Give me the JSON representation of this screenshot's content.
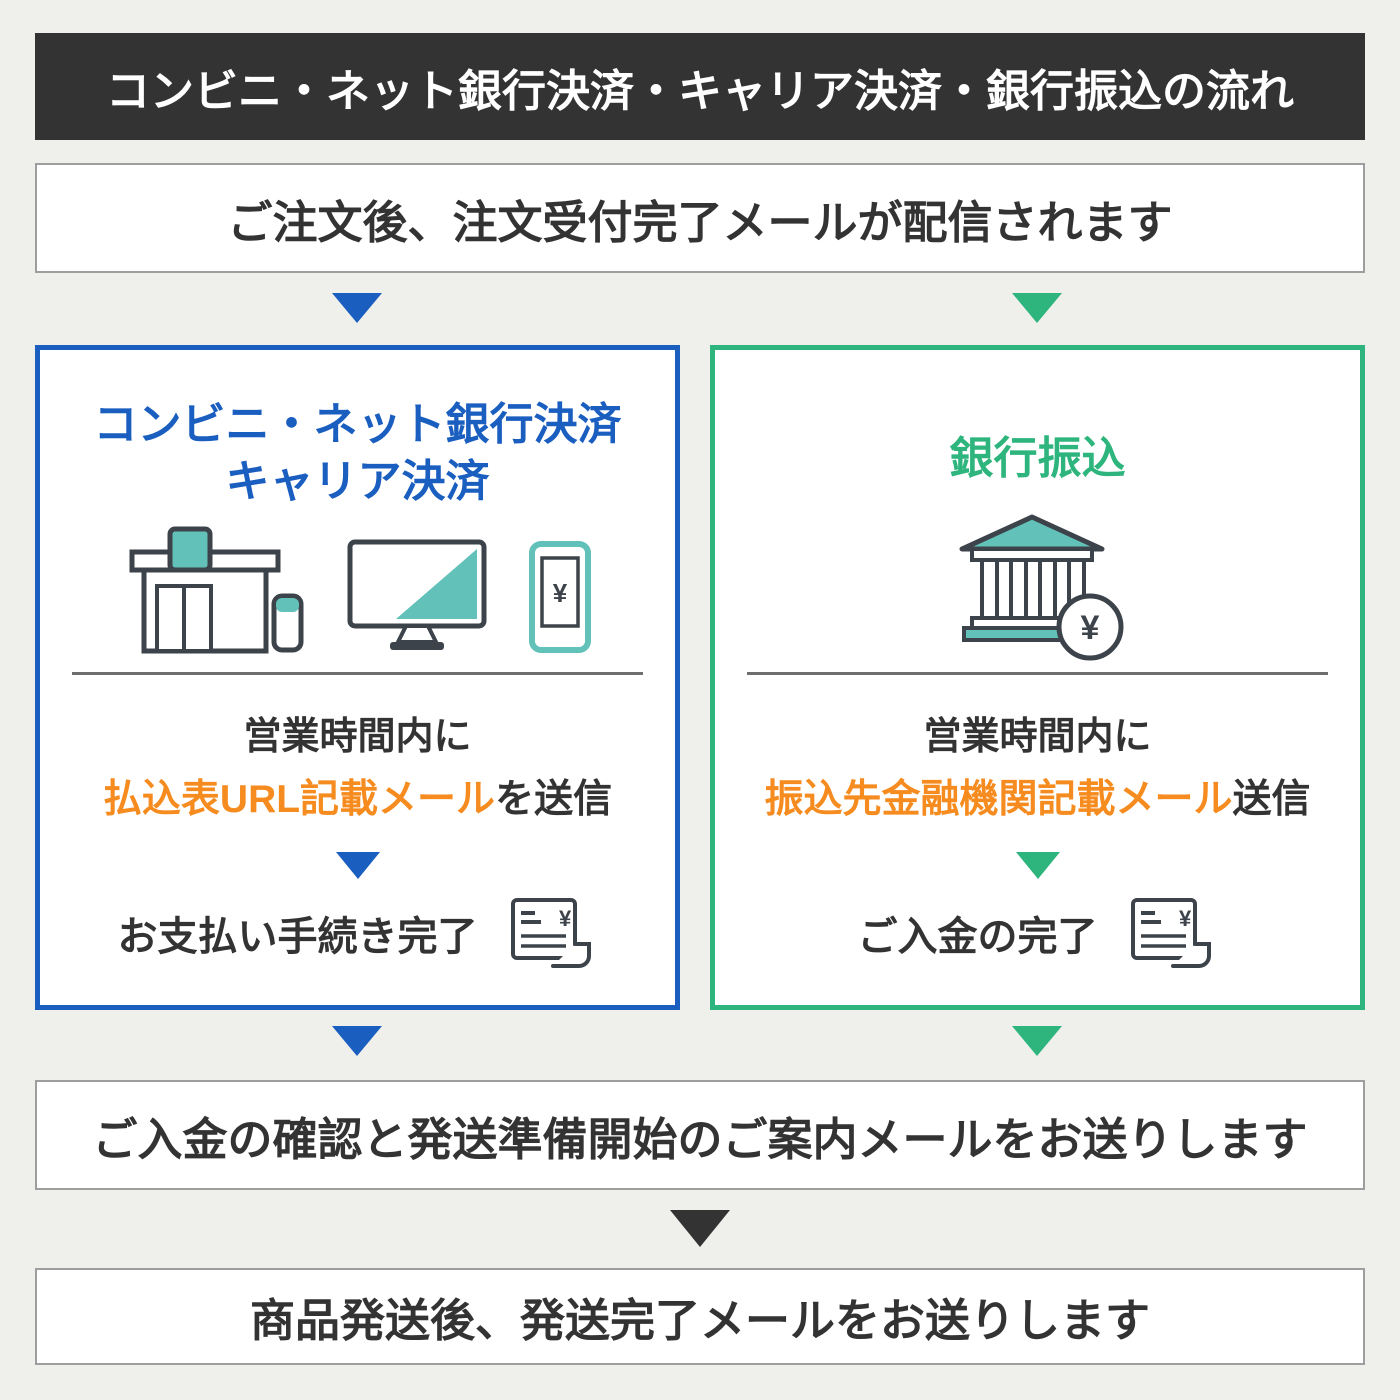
{
  "header": {
    "title": "コンビニ・ネット銀行決済・キャリア決済・銀行振込の流れ"
  },
  "steps": {
    "order_received": "ご注文後、注文受付完了メールが配信されます",
    "confirm_shipping_prep": "ご入金の確認と発送準備開始のご案内メールをお送りします",
    "shipped": "商品発送後、発送完了メールをお送りします"
  },
  "left": {
    "title_line1": "コンビニ・ネット銀行決済",
    "title_line2": "キャリア決済",
    "hours_text": "営業時間内に",
    "mail_highlight": "払込表URL記載メール",
    "mail_suffix": "を送信",
    "done_text": "お支払い手続き完了",
    "icons": [
      "convenience-store-icon",
      "pc-monitor-icon",
      "smartphone-icon",
      "receipt-icon"
    ]
  },
  "right": {
    "title": "銀行振込",
    "hours_text": "営業時間内に",
    "mail_highlight": "振込先金融機関記載メール",
    "mail_suffix": "送信",
    "done_text": "ご入金の完了",
    "icons": [
      "bank-icon",
      "receipt-icon"
    ]
  },
  "icons": {
    "yen": "¥"
  },
  "colors": {
    "blue": "#1a5ec0",
    "green": "#2eb57d",
    "orange": "#f68b1f",
    "dark": "#333333",
    "teal": "#62c1b9",
    "bg": "#efefec",
    "border_gray": "#9e9e9e",
    "icon_stroke": "#3d434a",
    "divider": "#6e6e6e"
  }
}
